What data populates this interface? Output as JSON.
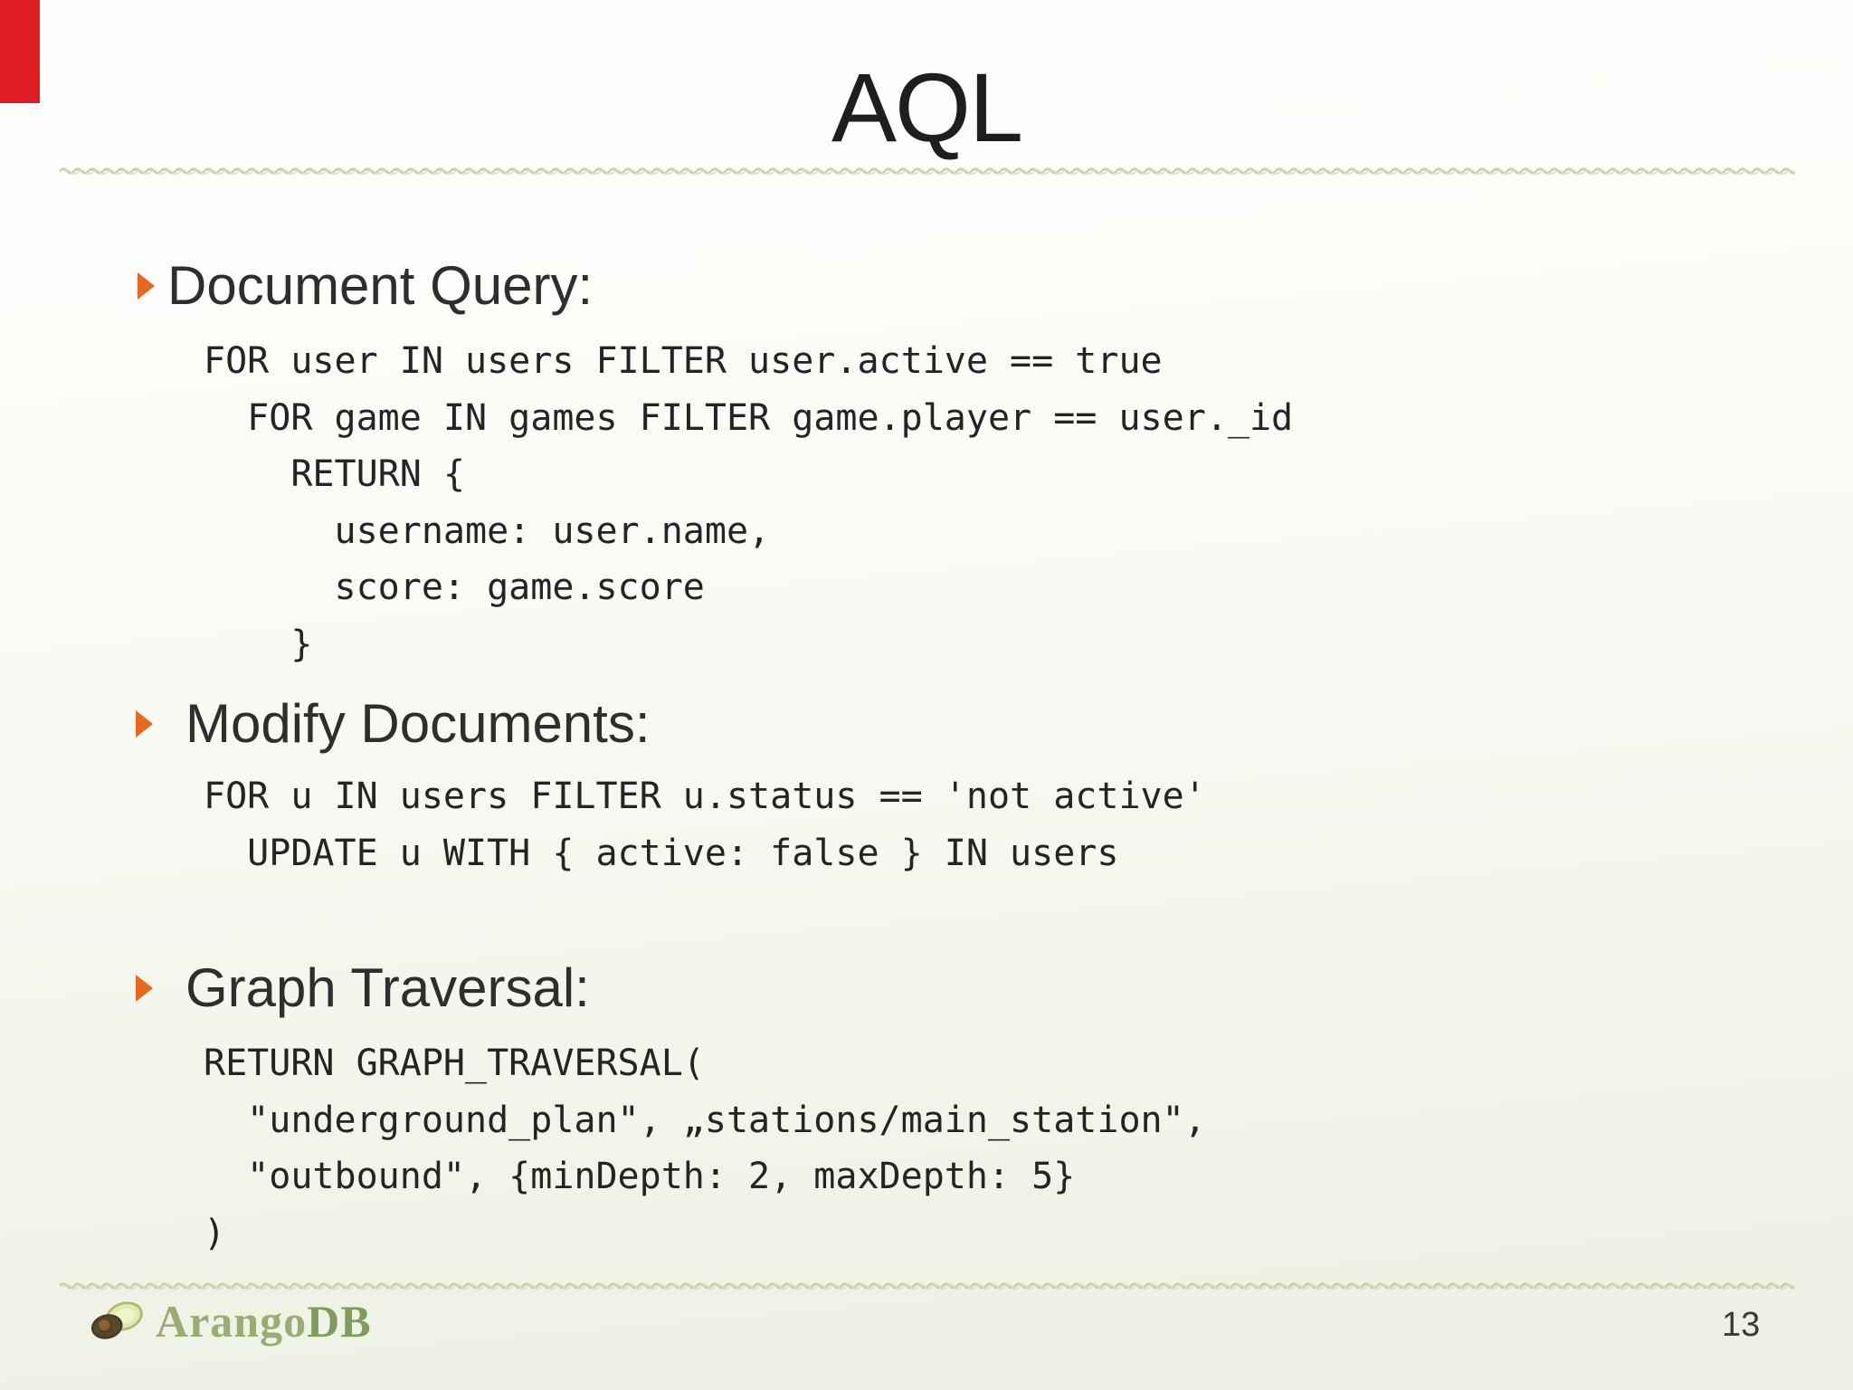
{
  "slide": {
    "title": "AQL",
    "page_number": "13",
    "colors": {
      "bullet_accent": "#e8691e",
      "red_marker": "#e01c23",
      "separator": "#c3cb9d",
      "logo_green_light": "#9aac72",
      "logo_green_dark": "#7f9c5c"
    },
    "icons": {
      "bullet": "triangle-right-icon",
      "logo": "avocado-icon"
    },
    "sections": [
      {
        "heading": "Document Query:",
        "code": [
          "FOR user IN users FILTER user.active == true",
          "  FOR game IN games FILTER game.player == user._id",
          "    RETURN {",
          "      username: user.name,",
          "      score: game.score",
          "    }"
        ]
      },
      {
        "heading": "Modify Documents:",
        "code": [
          "FOR u IN users FILTER u.status == 'not active'",
          "  UPDATE u WITH { active: false } IN users"
        ]
      },
      {
        "heading": "Graph Traversal:",
        "code": [
          "RETURN GRAPH_TRAVERSAL(",
          "  \"underground_plan\", „stations/main_station\",",
          "  \"outbound\", {minDepth: 2, maxDepth: 5}",
          ")"
        ]
      }
    ],
    "footer": {
      "logo_text_primary": "Arango",
      "logo_text_secondary": "DB"
    }
  }
}
